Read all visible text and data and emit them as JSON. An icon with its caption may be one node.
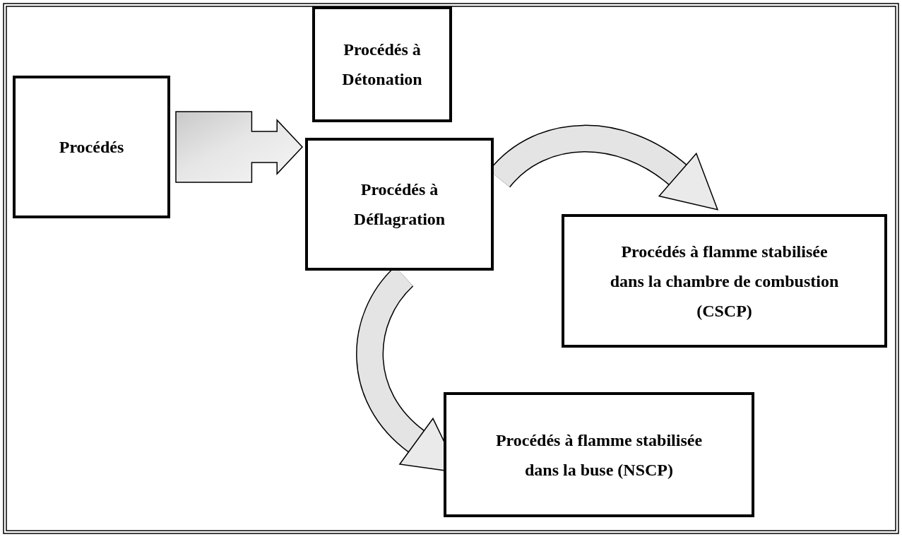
{
  "diagram": {
    "nodes": [
      {
        "text": [
          "Procédés"
        ]
      },
      {
        "text": [
          "Procédés à Détonation"
        ]
      },
      {
        "text": [
          "Procédés à Déflagration"
        ]
      },
      {
        "text": [
          "Procédés à flamme stabilisée dans la chambre de combustion (CSCP)"
        ]
      },
      {
        "text": [
          "Procédés à flamme stabilisée dans la buse (NSCP)"
        ]
      }
    ],
    "edges": [
      {
        "from": 0,
        "to": 1,
        "arrow": "to"
      },
      {
        "from": 0,
        "to": 2,
        "arrow": "to"
      },
      {
        "from": 2,
        "to": 3,
        "arrow": "to"
      },
      {
        "from": 2,
        "to": 4,
        "arrow": "to"
      }
    ]
  }
}
